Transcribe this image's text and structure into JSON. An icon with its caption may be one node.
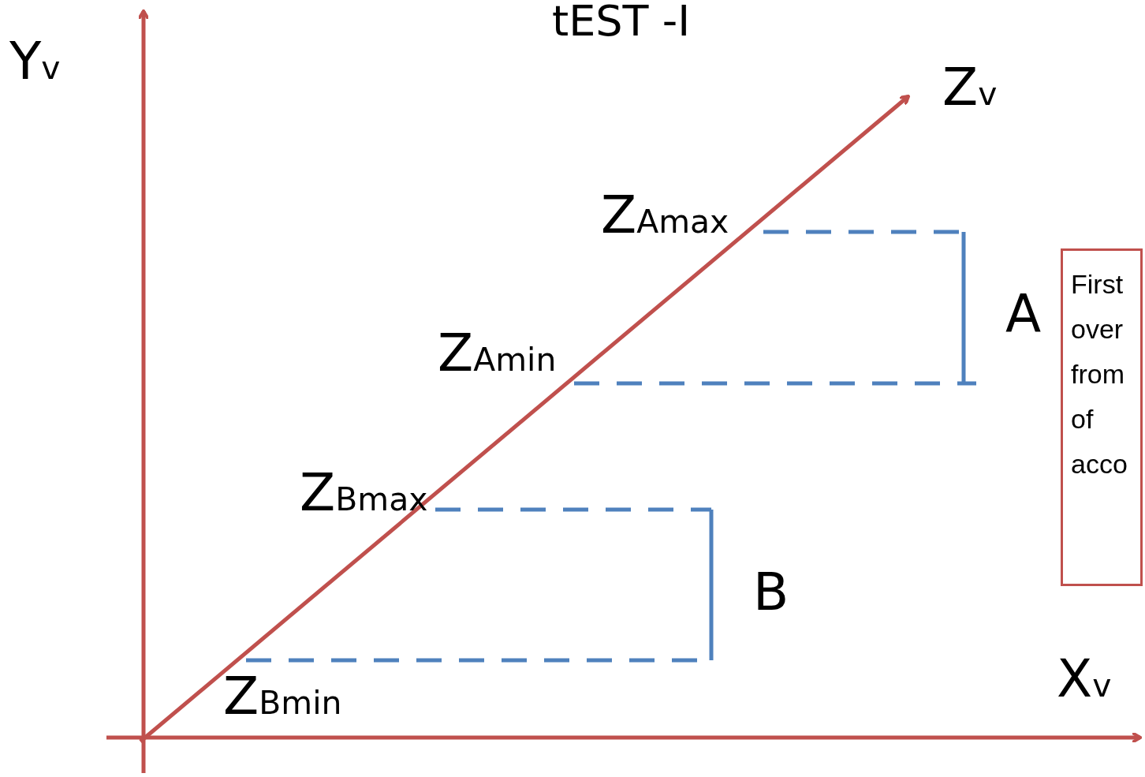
{
  "diagram": {
    "title": "tEST -I",
    "nodes": [
      {
        "text": [
          "First over from of acco"
        ]
      }
    ],
    "edges": [],
    "labels": [
      "Y$_{v}$",
      "Z$_{v}$",
      "Z$_{Amax}$",
      "Z$_{Amin}$",
      "A",
      "Z$_{Bmax}$",
      "B",
      "Z$_{Bmin}$",
      "X$_{v}$"
    ]
  }
}
